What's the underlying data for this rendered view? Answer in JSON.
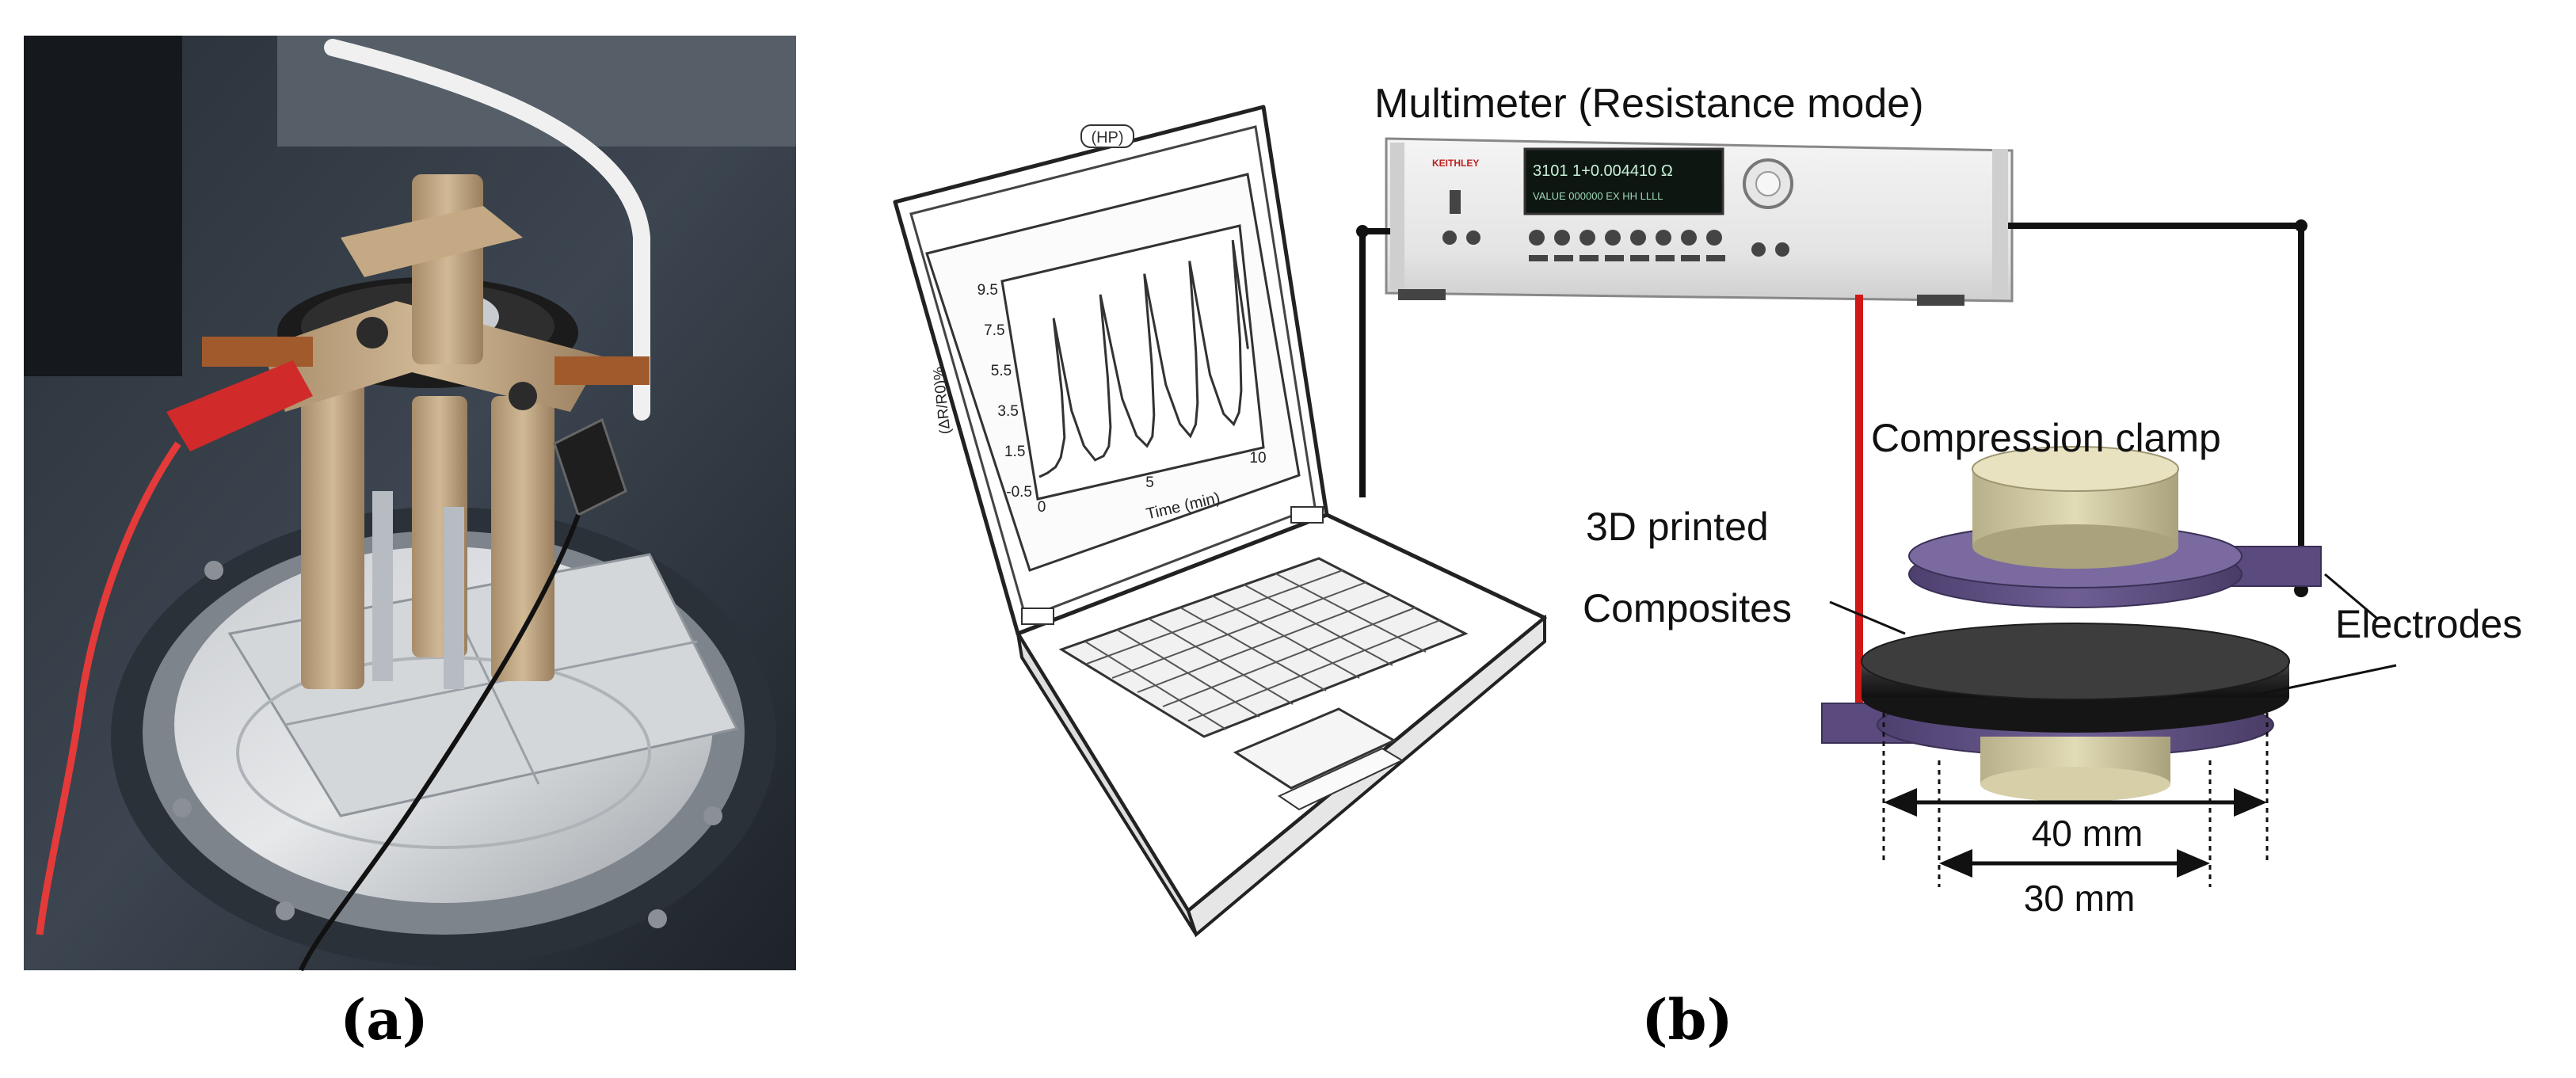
{
  "panel_a": {
    "label": "(a)"
  },
  "panel_b": {
    "label": "(b)",
    "multimeter_label": "Multimeter (Resistance mode)",
    "multimeter_display_line1": "3101 1+0.004410 Ω",
    "multimeter_display_line2": "VALUE 000000 EX HH LLLL",
    "multimeter_brand": "KEITHLEY",
    "compression_clamp_label": "Compression clamp",
    "composites_label_line1": "3D printed",
    "composites_label_line2": "Composites",
    "electrodes_label": "Electrodes",
    "dim_40": "40 mm",
    "dim_30": "30 mm",
    "laptop_badge": "(HP)"
  },
  "chart_data": {
    "type": "line",
    "title": "",
    "xlabel": "Time (min)",
    "ylabel": "(ΔR/R0)%",
    "xlim": [
      0,
      10
    ],
    "ylim": [
      -0.5,
      9.5
    ],
    "x_ticks": [
      "0",
      "5",
      "10"
    ],
    "y_ticks": [
      "9.5",
      "7.5",
      "5.5",
      "3.5",
      "1.5",
      "-0.5"
    ],
    "series": [
      {
        "x": [
          0.0,
          0.4,
          0.8,
          1.1,
          1.4,
          1.6,
          1.75,
          1.9,
          2.2,
          2.6,
          3.0,
          3.3,
          3.5,
          3.7,
          3.9,
          4.2,
          4.6,
          5.0,
          5.3,
          5.5,
          5.7,
          5.9,
          6.2,
          6.6,
          7.0,
          7.3,
          7.5,
          7.7,
          7.9,
          8.2,
          8.6,
          9.0,
          9.3,
          9.5,
          9.7,
          9.85,
          10.0
        ],
        "y": [
          0.2,
          0.3,
          0.5,
          0.9,
          1.8,
          4.0,
          7.6,
          3.0,
          1.2,
          0.4,
          0.5,
          0.9,
          1.8,
          4.2,
          8.2,
          3.0,
          1.1,
          0.5,
          0.9,
          1.9,
          4.3,
          8.7,
          3.2,
          1.2,
          0.5,
          1.0,
          2.0,
          4.4,
          8.8,
          3.2,
          1.2,
          0.6,
          1.1,
          2.1,
          4.6,
          9.3,
          4.0
        ]
      }
    ]
  }
}
